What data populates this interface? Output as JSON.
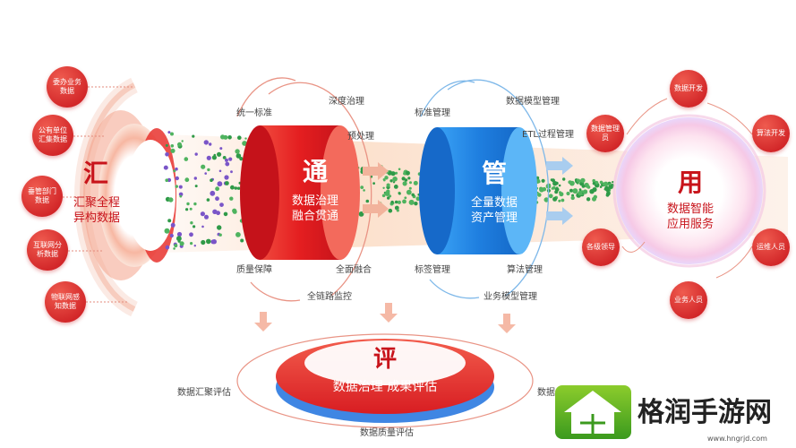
{
  "sources": [
    "委办业务数据",
    "公有单位汇集数据",
    "垂管部门数据",
    "互联网分析数据",
    "物联网感知数据"
  ],
  "hui": {
    "char": "汇",
    "line1": "汇聚全程",
    "line2": "异构数据"
  },
  "tong": {
    "char": "通",
    "line1": "数据治理",
    "line2": "融合贯通",
    "labels": {
      "unify": "统一标准",
      "deep": "深度治理",
      "pre": "预处理",
      "quality": "质量保障",
      "fusion": "全面融合",
      "monitor": "全链路监控"
    }
  },
  "guan": {
    "char": "管",
    "line1": "全量数据",
    "line2": "资产管理",
    "labels": {
      "std": "标准管理",
      "model": "数据模型管理",
      "etl": "ETL过程管理",
      "tag": "标签管理",
      "algo": "算法管理",
      "biz": "业务模型管理"
    }
  },
  "yong": {
    "char": "用",
    "line1": "数据智能",
    "line2": "应用服务",
    "consumers": [
      "数据开发",
      "数据管理员",
      "算法开发",
      "各级领导",
      "运维人员",
      "业务人员"
    ]
  },
  "ping": {
    "char": "评",
    "line1": "数据治理 成果评估",
    "left": "数据汇聚评估",
    "right": "数据",
    "bottom": "数据质量评估"
  },
  "watermark": {
    "text": "格润手游网",
    "url": "www.hngrjd.com"
  },
  "colors": {
    "red": "#e8262a",
    "blue": "#1f7fe0",
    "green": "#2f9a48"
  }
}
